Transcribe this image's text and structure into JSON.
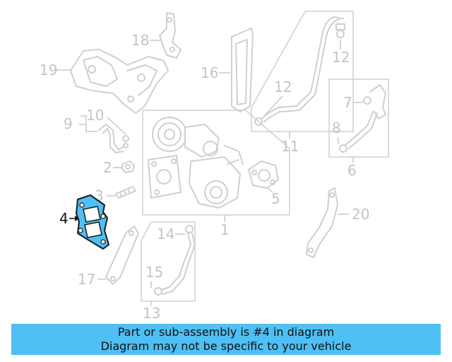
{
  "diagram": {
    "highlight_color": "#4fbff4",
    "callouts": {
      "c1": "1",
      "c2": "2",
      "c3": "3",
      "c4": "4",
      "c5": "5",
      "c6": "6",
      "c7": "7",
      "c8": "8",
      "c9": "9",
      "c10": "10",
      "c11": "11",
      "c12a": "12",
      "c12b": "12",
      "c13": "13",
      "c14": "14",
      "c15": "15",
      "c16": "16",
      "c17": "17",
      "c18": "18",
      "c19": "19",
      "c20": "20"
    }
  },
  "banner": {
    "line1": "Part or sub-assembly is #4 in diagram",
    "line2": "Diagram may not be specific to your vehicle",
    "background": "#4fbff4"
  }
}
